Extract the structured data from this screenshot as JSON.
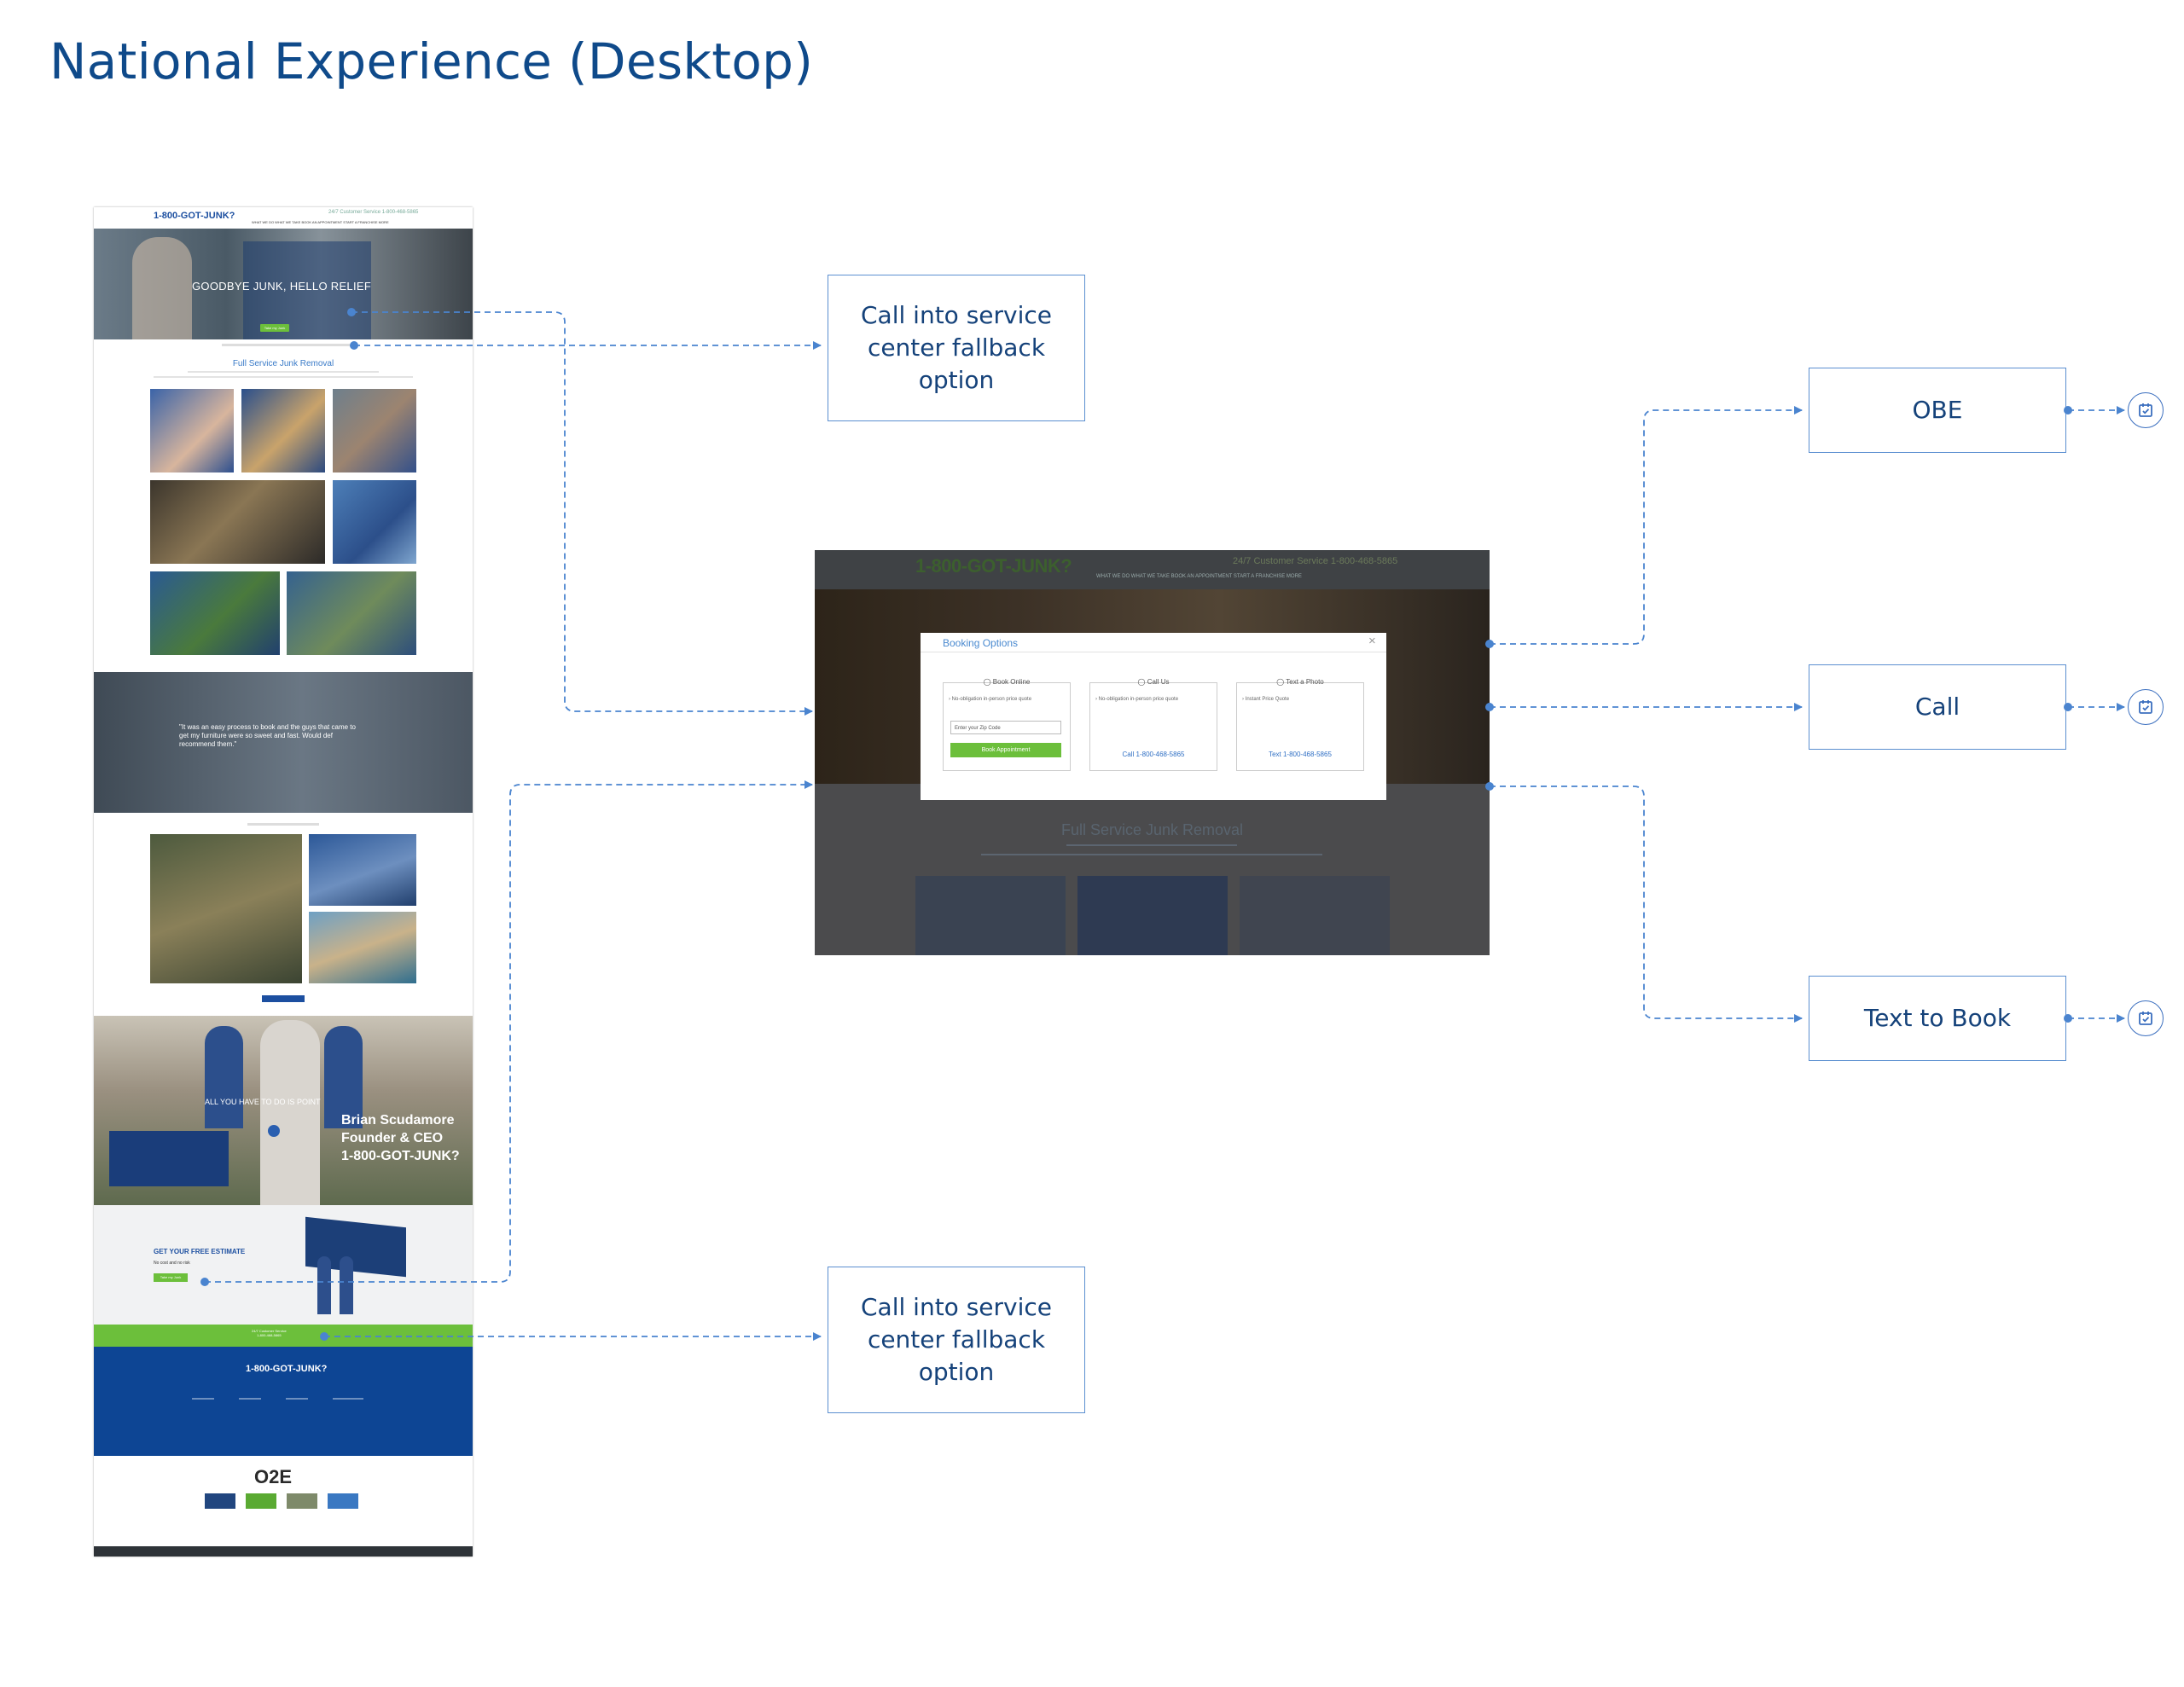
{
  "title": "National Experience (Desktop)",
  "page_screenshot": {
    "logo": "1-800-GOT-JUNK?",
    "customer_service": "24/7 Customer Service 1-800-468-5865",
    "nav": "WHAT WE DO   WHAT WE TAKE   BOOK AN APPOINTMENT   START A FRANCHISE   MORE",
    "hero_headline": "GOODBYE JUNK, HELLO RELIEF",
    "hero_button": "Take my Junk",
    "section_title": "Full Service Junk Removal",
    "testimonial": "\"It was an easy process to book and the guys that came to get my furniture were so sweet and fast. Would def recommend them.\"",
    "video_name": "Brian Scudamore\nFounder & CEO\n1-800-GOT-JUNK?",
    "video_caption": "ALL YOU HAVE TO DO IS POINT",
    "estimate_title": "GET YOUR FREE ESTIMATE",
    "estimate_sub": "No cost and no risk",
    "estimate_button": "Take my Junk",
    "green_band": "24/7 Customer Service\n1-800-468-5865",
    "footer_logo": "1-800-GOT-JUNK?",
    "o2e": "O2E"
  },
  "modal_screenshot": {
    "logo": "1-800-GOT-JUNK?",
    "customer_service": "24/7 Customer Service 1-800-468-5865",
    "nav": "WHAT WE DO   WHAT WE TAKE   BOOK AN APPOINTMENT   START A FRANCHISE   MORE",
    "section_title": "Full Service Junk Removal",
    "dialog_title": "Booking Options",
    "options": [
      {
        "title": "Book Online",
        "sub": "No-obligation in-person price quote",
        "input_placeholder": "Enter your Zip Code",
        "button": "Book Appointment"
      },
      {
        "title": "Call Us",
        "sub": "No-obligation in-person price quote",
        "link": "Call 1-800-468-5865"
      },
      {
        "title": "Text a Photo",
        "sub": "Instant Price Quote",
        "link": "Text 1-800-468-5865"
      }
    ]
  },
  "boxes": {
    "fallback_top": "Call into service\ncenter fallback\noption",
    "fallback_bottom": "Call into service\ncenter fallback\noption",
    "obe": "OBE",
    "call": "Call",
    "text_to_book": "Text to Book"
  },
  "colors": {
    "title": "#0f4a8a",
    "connector": "#4a84cf",
    "brand_green": "#6cbf3b",
    "brand_blue": "#0d4594"
  },
  "icons": [
    "calendar-check-icon",
    "calendar-check-icon",
    "calendar-check-icon"
  ]
}
